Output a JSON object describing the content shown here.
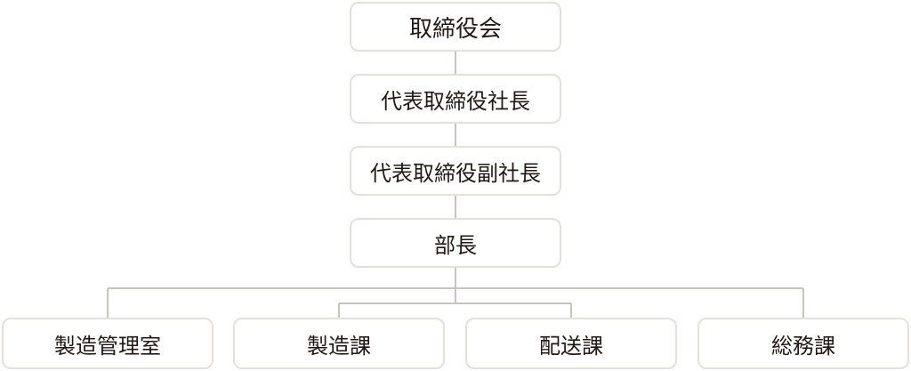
{
  "chart": {
    "levels": [
      {
        "label": "取締役会"
      },
      {
        "label": "代表取締役社長"
      },
      {
        "label": "代表取締役副社長"
      },
      {
        "label": "部長"
      }
    ],
    "departments": [
      {
        "label": "製造管理室"
      },
      {
        "label": "製造課"
      },
      {
        "label": "配送課"
      },
      {
        "label": "総務課"
      }
    ]
  },
  "colors": {
    "border": "#e6dfdb",
    "connector": "#cbc2bd",
    "text": "#231815"
  }
}
